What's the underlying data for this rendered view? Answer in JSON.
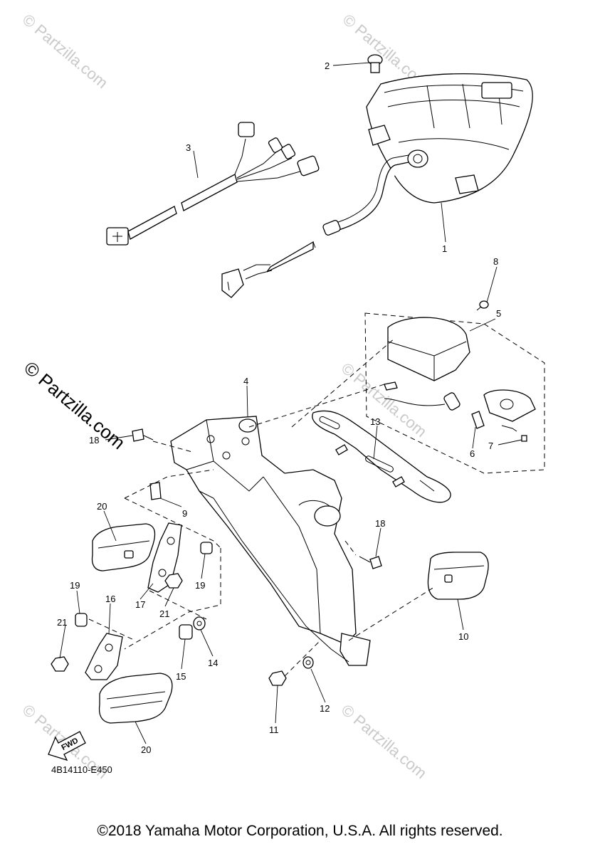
{
  "watermark": {
    "text": "© Partzilla.com",
    "prominent_text": "© Partzilla.com"
  },
  "callouts": {
    "p1": "1",
    "p2": "2",
    "p3": "3",
    "p4": "4",
    "p5": "5",
    "p6": "6",
    "p7": "7",
    "p8": "8",
    "p9": "9",
    "p10": "10",
    "p11": "11",
    "p12": "12",
    "p13": "13",
    "p14": "14",
    "p15": "15",
    "p16": "16",
    "p17": "17",
    "p18a": "18",
    "p18b": "18",
    "p19a": "19",
    "p19b": "19",
    "p20a": "20",
    "p20b": "20",
    "p21a": "21",
    "p21b": "21"
  },
  "fwd_label": "FWD",
  "reference_code": "4B14110-E450",
  "copyright": "©2018 Yamaha Motor Corporation, U.S.A. All rights reserved."
}
